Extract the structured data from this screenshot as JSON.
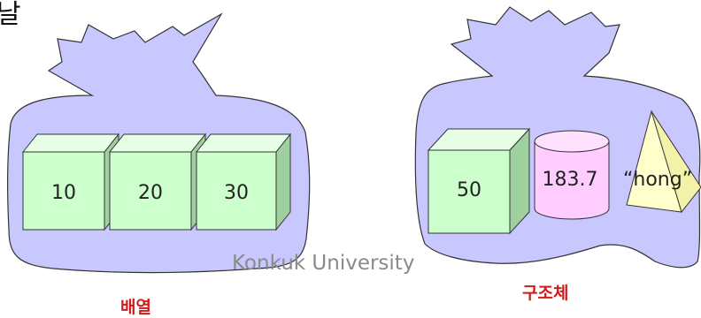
{
  "top_left_fragment": "날",
  "array_bag": {
    "caption": "배열",
    "values": [
      "10",
      "20",
      "30"
    ]
  },
  "struct_bag": {
    "caption": "구조체",
    "cube_value": "50",
    "cylinder_value": "183.7",
    "pyramid_value": "“hong”"
  },
  "watermark": "Konkuk University",
  "colors": {
    "bag_fill": "#c8c8ff",
    "bag_stroke": "#333333",
    "cube_front": "#ccffcc",
    "cylinder_fill": "#ffccff",
    "pyramid_fill": "#ffffcc",
    "caption_red": "#d11a1a"
  }
}
